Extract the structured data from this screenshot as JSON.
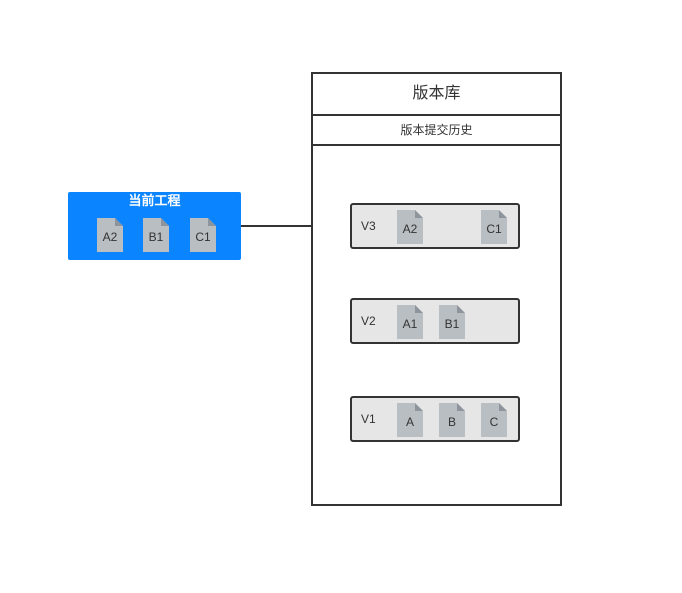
{
  "current_project": {
    "title": "当前工程",
    "files": [
      "A2",
      "B1",
      "C1"
    ]
  },
  "repository": {
    "title": "版本库",
    "subtitle": "版本提交历史",
    "versions": [
      {
        "label": "V3",
        "files": [
          "A2",
          "C1"
        ]
      },
      {
        "label": "V2",
        "files": [
          "A1",
          "B1"
        ]
      },
      {
        "label": "V1",
        "files": [
          "A",
          "B",
          "C"
        ]
      }
    ]
  },
  "colors": {
    "project_fill": "#0a84ff",
    "version_fill": "#e6e6e6",
    "file_fill": "#b9bec3",
    "stroke": "#333333"
  }
}
